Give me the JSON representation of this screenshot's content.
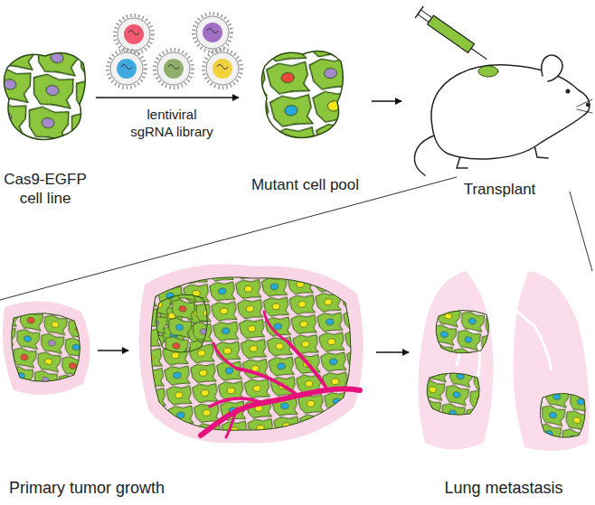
{
  "diagram": {
    "nodes": [
      {
        "text": [
          "Cas9-EGFP cell line"
        ]
      },
      {
        "text": [
          "Mutant cell pool"
        ]
      },
      {
        "text": [
          "Transplant"
        ]
      },
      {
        "text": [
          "Primary tumor growth"
        ]
      },
      {
        "text": [
          "Lung metastasis"
        ]
      }
    ],
    "edges": [
      {
        "from": 0,
        "to": 1,
        "arrow": "to",
        "label": "lentiviral sgRNA library"
      },
      {
        "from": 1,
        "to": 2,
        "arrow": "to"
      },
      {
        "from": 3,
        "to": 4,
        "arrow": "to"
      }
    ]
  }
}
